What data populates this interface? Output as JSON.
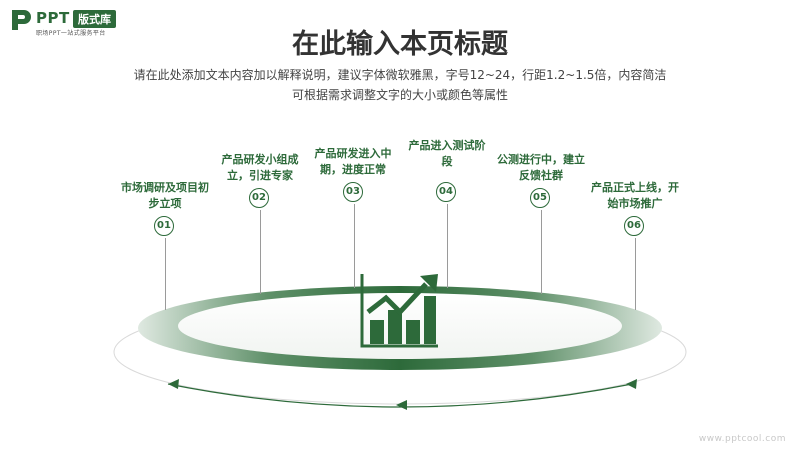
{
  "logo": {
    "ppt_text": "PPT",
    "badge_text": "版式库",
    "subtitle": "职场PPT一站式服务平台"
  },
  "title": "在此输入本页标题",
  "description": {
    "line1": "请在此处添加文本内容加以解释说明，建议字体微软雅黑，字号12~24，行距1.2~1.5倍，内容简洁",
    "line2": "可根据需求调整文字的大小或颜色等属性"
  },
  "steps": [
    {
      "num": "01",
      "label": "市场调研及项目初步立项"
    },
    {
      "num": "02",
      "label": "产品研发小组成立，引进专家"
    },
    {
      "num": "03",
      "label": "产品研发进入中期，进度正常"
    },
    {
      "num": "04",
      "label": "产品进入测试阶段"
    },
    {
      "num": "05",
      "label": "公测进行中，建立反馈社群"
    },
    {
      "num": "06",
      "label": "产品正式上线，开始市场推广"
    }
  ],
  "center_icon": "bar-chart-growth-icon",
  "watermark": "www.pptcool.com",
  "colors": {
    "accent": "#2d6a3a",
    "text": "#333333"
  }
}
